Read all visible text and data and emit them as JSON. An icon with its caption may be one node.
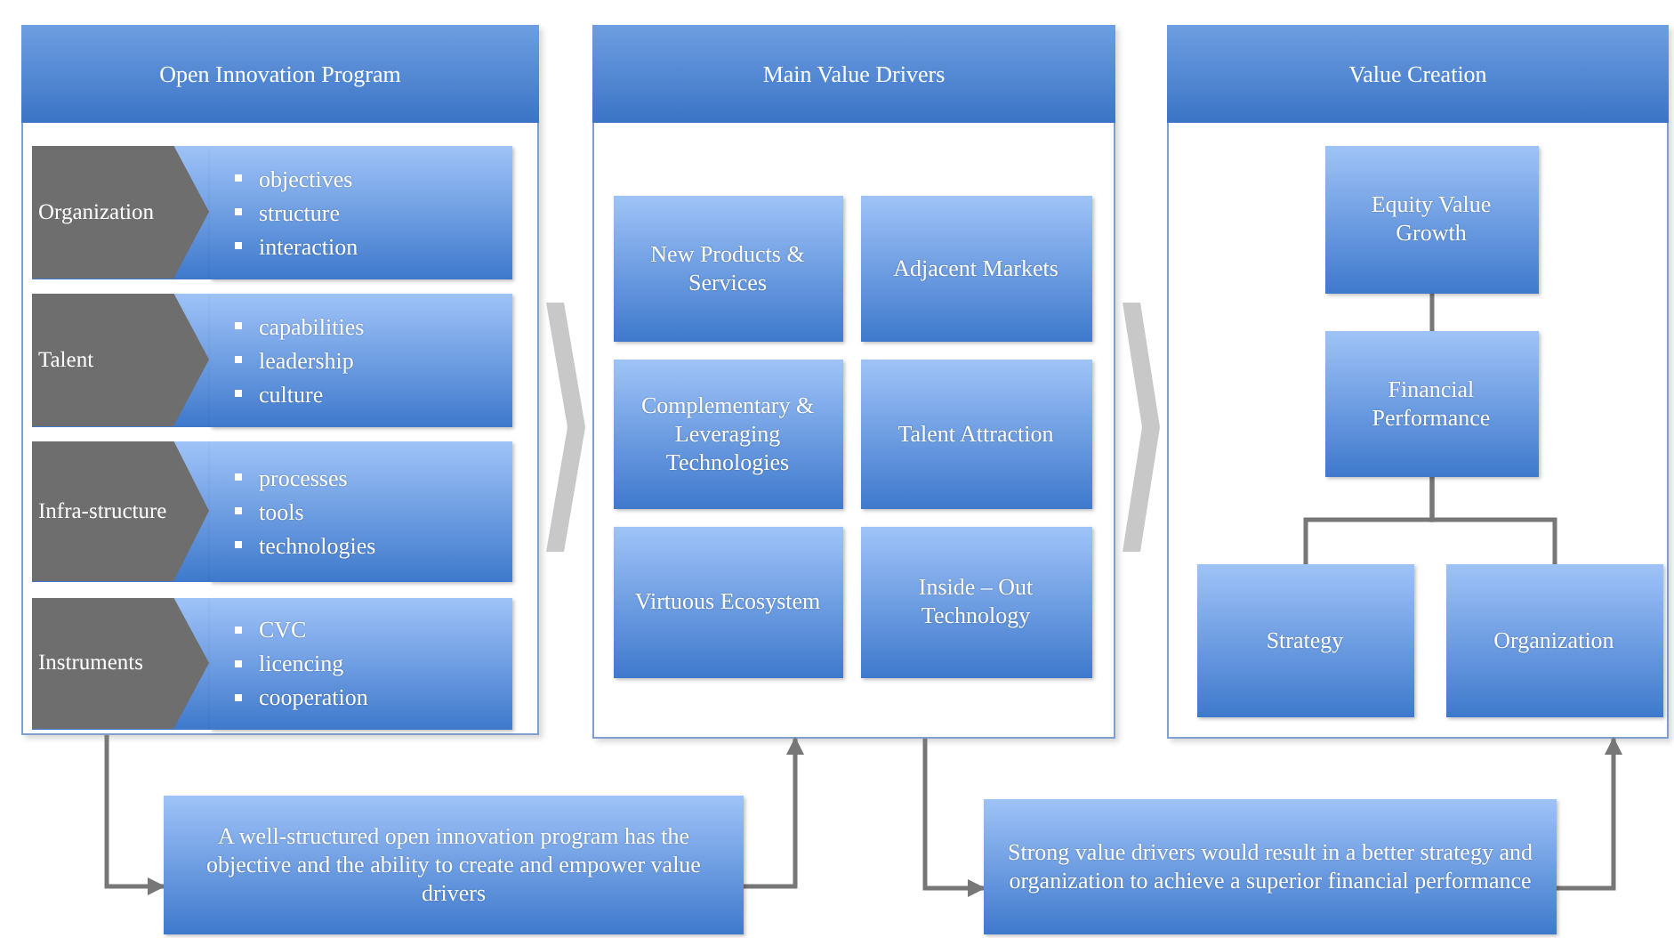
{
  "diagram": {
    "nodes": [
      {
        "text": [
          "Open Innovation Program"
        ]
      },
      {
        "text": [
          "Organization"
        ],
        "in": 0
      },
      {
        "text": [
          "objectives",
          "structure",
          "interaction"
        ],
        "in": 0
      },
      {
        "text": [
          "Talent"
        ],
        "in": 0
      },
      {
        "text": [
          "capabilities",
          "leadership",
          "culture"
        ],
        "in": 0
      },
      {
        "text": [
          "Infra-structure"
        ],
        "in": 0
      },
      {
        "text": [
          "processes",
          "tools",
          "technologies"
        ],
        "in": 0
      },
      {
        "text": [
          "Instruments"
        ],
        "in": 0
      },
      {
        "text": [
          "CVC",
          "licencing",
          "cooperation"
        ],
        "in": 0
      },
      {
        "text": [
          "Main Value Drivers"
        ]
      },
      {
        "text": [
          "New Products & Services"
        ],
        "in": 9
      },
      {
        "text": [
          "Adjacent Markets"
        ],
        "in": 9
      },
      {
        "text": [
          "Complementary & Leveraging Technologies"
        ],
        "in": 9
      },
      {
        "text": [
          "Talent Attraction"
        ],
        "in": 9
      },
      {
        "text": [
          "Virtuous Ecosystem"
        ],
        "in": 9
      },
      {
        "text": [
          "Inside – Out Technology"
        ],
        "in": 9
      },
      {
        "text": [
          "Value Creation"
        ]
      },
      {
        "text": [
          "Equity Value Growth"
        ],
        "in": 16
      },
      {
        "text": [
          "Financial Performance"
        ],
        "in": 16
      },
      {
        "text": [
          "Strategy"
        ],
        "in": 16
      },
      {
        "text": [
          "Organization"
        ],
        "in": 16
      },
      {
        "text": [
          "A well-structured open innovation program has the objective and the ability to create and empower value drivers"
        ]
      },
      {
        "text": [
          "Strong value drivers would result in a  better strategy and organization to achieve a superior financial performance"
        ]
      }
    ],
    "edges": [
      {
        "from": 0,
        "to": 9,
        "arrow": "to",
        "style": "thick",
        "color": "#c8c8c8"
      },
      {
        "from": 9,
        "to": 16,
        "arrow": "to",
        "style": "thick",
        "color": "#c8c8c8"
      },
      {
        "from": 0,
        "to": 21,
        "arrow": "to"
      },
      {
        "from": 21,
        "to": 9,
        "arrow": "to"
      },
      {
        "from": 9,
        "to": 22,
        "arrow": "to"
      },
      {
        "from": 22,
        "to": 16,
        "arrow": "to"
      },
      {
        "from": 17,
        "to": 18,
        "arrow": "none"
      },
      {
        "from": 18,
        "to": 19,
        "arrow": "none"
      },
      {
        "from": 18,
        "to": 20,
        "arrow": "none"
      }
    ]
  }
}
